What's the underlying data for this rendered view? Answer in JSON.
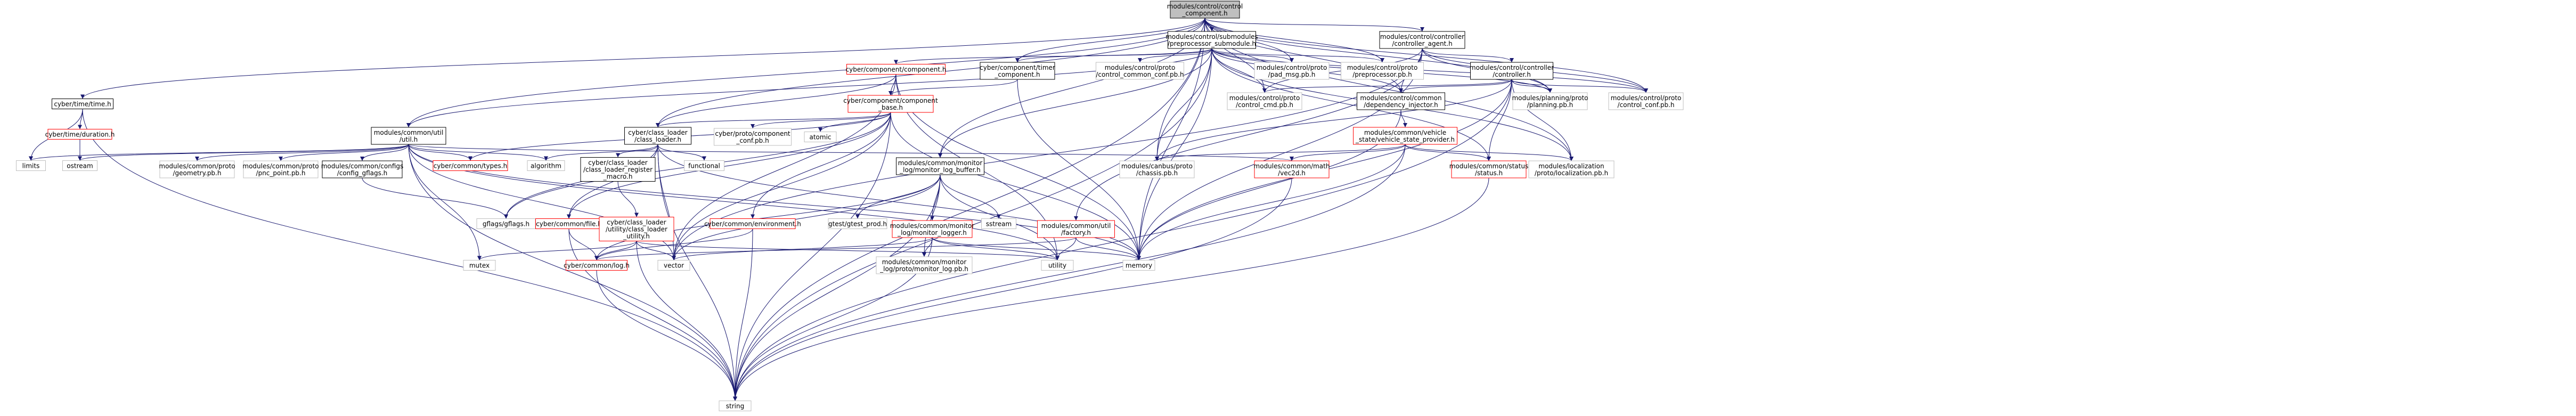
{
  "graph_title": "modules/control/control_component.h",
  "colors": {
    "edge": "#191970",
    "border_default": "#000000",
    "border_red": "#ff0000",
    "border_gray": "#bfbfbf",
    "fill_default": "#ffffff",
    "fill_root": "#bfbfbf"
  },
  "nodes": [
    {
      "id": "root",
      "lines": [
        "modules/control/control",
        "_component.h"
      ],
      "style": "root"
    },
    {
      "id": "submodule",
      "lines": [
        "modules/control/submodules",
        "/preprocessor_submodule.h"
      ],
      "style": "black"
    },
    {
      "id": "ctrl_agent",
      "lines": [
        "modules/control/controller",
        "/controller_agent.h"
      ],
      "style": "black"
    },
    {
      "id": "cyber_time",
      "lines": [
        "cyber/time/time.h"
      ],
      "style": "black"
    },
    {
      "id": "cyber_duration",
      "lines": [
        "cyber/time/duration.h"
      ],
      "style": "red"
    },
    {
      "id": "cyber_component",
      "lines": [
        "cyber/component/component.h"
      ],
      "style": "red"
    },
    {
      "id": "timer_component",
      "lines": [
        "cyber/component/timer",
        "_component.h"
      ],
      "style": "black"
    },
    {
      "id": "control_common_conf",
      "lines": [
        "modules/control/proto",
        "/control_common_conf.pb.h"
      ],
      "style": "gray"
    },
    {
      "id": "pad_msg",
      "lines": [
        "modules/control/proto",
        "/pad_msg.pb.h"
      ],
      "style": "gray"
    },
    {
      "id": "preprocessor_pb",
      "lines": [
        "modules/control/proto",
        "/preprocessor.pb.h"
      ],
      "style": "gray"
    },
    {
      "id": "controller_h",
      "lines": [
        "modules/control/controller",
        "/controller.h"
      ],
      "style": "black"
    },
    {
      "id": "component_base",
      "lines": [
        "cyber/component/component",
        "_base.h"
      ],
      "style": "red"
    },
    {
      "id": "util_h",
      "lines": [
        "modules/common/util",
        "/util.h"
      ],
      "style": "black"
    },
    {
      "id": "control_cmd",
      "lines": [
        "modules/control/proto",
        "/control_cmd.pb.h"
      ],
      "style": "gray"
    },
    {
      "id": "dependency_injector",
      "lines": [
        "modules/control/common",
        "/dependency_injector.h"
      ],
      "style": "black"
    },
    {
      "id": "planning_pb",
      "lines": [
        "modules/planning/proto",
        "/planning.pb.h"
      ],
      "style": "gray"
    },
    {
      "id": "control_conf_pb",
      "lines": [
        "modules/control/proto",
        "/control_conf.pb.h"
      ],
      "style": "gray"
    },
    {
      "id": "class_loader",
      "lines": [
        "cyber/class_loader",
        "/class_loader.h"
      ],
      "style": "black"
    },
    {
      "id": "cyberproto_component_conf",
      "lines": [
        "cyber/proto/component",
        "_conf.pb.h"
      ],
      "style": "gray"
    },
    {
      "id": "atomic",
      "lines": [
        "atomic"
      ],
      "style": "gray"
    },
    {
      "id": "vehicle_state_provider",
      "lines": [
        "modules/common/vehicle",
        "_state/vehicle_state_provider.h"
      ],
      "style": "red"
    },
    {
      "id": "limits",
      "lines": [
        "limits"
      ],
      "style": "gray"
    },
    {
      "id": "ostream",
      "lines": [
        "ostream"
      ],
      "style": "gray"
    },
    {
      "id": "geometry_pb",
      "lines": [
        "modules/common/proto",
        "/geometry.pb.h"
      ],
      "style": "gray"
    },
    {
      "id": "pnc_point_pb",
      "lines": [
        "modules/common/proto",
        "/pnc_point.pb.h"
      ],
      "style": "gray"
    },
    {
      "id": "config_gflags",
      "lines": [
        "modules/common/configs",
        "/config_gflags.h"
      ],
      "style": "black"
    },
    {
      "id": "cyber_types",
      "lines": [
        "cyber/common/types.h"
      ],
      "style": "red"
    },
    {
      "id": "algorithm",
      "lines": [
        "algorithm"
      ],
      "style": "gray"
    },
    {
      "id": "class_loader_register",
      "lines": [
        "cyber/class_loader",
        "/class_loader_register",
        "_macro.h"
      ],
      "style": "black"
    },
    {
      "id": "functional",
      "lines": [
        "functional"
      ],
      "style": "gray"
    },
    {
      "id": "monitor_log_buffer",
      "lines": [
        "modules/common/monitor",
        "_log/monitor_log_buffer.h"
      ],
      "style": "black"
    },
    {
      "id": "chassis_pb",
      "lines": [
        "modules/canbus/proto",
        "/chassis.pb.h"
      ],
      "style": "gray"
    },
    {
      "id": "vec2d",
      "lines": [
        "modules/common/math",
        "/vec2d.h"
      ],
      "style": "red"
    },
    {
      "id": "status_h",
      "lines": [
        "modules/common/status",
        "/status.h"
      ],
      "style": "red"
    },
    {
      "id": "localization_pb",
      "lines": [
        "modules/localization",
        "/proto/localization.pb.h"
      ],
      "style": "gray"
    },
    {
      "id": "gflags",
      "lines": [
        "gflags/gflags.h"
      ],
      "style": "gray"
    },
    {
      "id": "cyber_file",
      "lines": [
        "cyber/common/file.h"
      ],
      "style": "red"
    },
    {
      "id": "class_loader_utility",
      "lines": [
        "cyber/class_loader",
        "/utility/class_loader",
        "_utility.h"
      ],
      "style": "red"
    },
    {
      "id": "cyber_environment",
      "lines": [
        "cyber/common/environment.h"
      ],
      "style": "red"
    },
    {
      "id": "gtest_prod",
      "lines": [
        "gtest/gtest_prod.h"
      ],
      "style": "gray"
    },
    {
      "id": "monitor_logger",
      "lines": [
        "modules/common/monitor",
        "_log/monitor_logger.h"
      ],
      "style": "red"
    },
    {
      "id": "sstream",
      "lines": [
        "sstream"
      ],
      "style": "gray"
    },
    {
      "id": "factory_h",
      "lines": [
        "modules/common/util",
        "/factory.h"
      ],
      "style": "red"
    },
    {
      "id": "mutex",
      "lines": [
        "mutex"
      ],
      "style": "gray"
    },
    {
      "id": "cyber_log",
      "lines": [
        "cyber/common/log.h"
      ],
      "style": "red"
    },
    {
      "id": "vector",
      "lines": [
        "vector"
      ],
      "style": "gray"
    },
    {
      "id": "monitor_log_pb",
      "lines": [
        "modules/common/monitor",
        "_log/proto/monitor_log.pb.h"
      ],
      "style": "gray"
    },
    {
      "id": "utility",
      "lines": [
        "utility"
      ],
      "style": "gray"
    },
    {
      "id": "memory",
      "lines": [
        "memory"
      ],
      "style": "gray"
    },
    {
      "id": "string",
      "lines": [
        "string"
      ],
      "style": "gray"
    }
  ],
  "edges": [
    [
      "root",
      "submodule"
    ],
    [
      "root",
      "ctrl_agent"
    ],
    [
      "root",
      "cyber_time"
    ],
    [
      "root",
      "timer_component"
    ],
    [
      "root",
      "pad_msg"
    ],
    [
      "root",
      "preprocessor_pb"
    ],
    [
      "root",
      "control_cmd"
    ],
    [
      "root",
      "dependency_injector"
    ],
    [
      "root",
      "planning_pb"
    ],
    [
      "root",
      "control_conf_pb"
    ],
    [
      "root",
      "util_h"
    ],
    [
      "root",
      "class_loader"
    ],
    [
      "root",
      "monitor_log_buffer"
    ],
    [
      "root",
      "chassis_pb"
    ],
    [
      "root",
      "localization_pb"
    ],
    [
      "root",
      "memory"
    ],
    [
      "root",
      "string"
    ],
    [
      "submodule",
      "cyber_component"
    ],
    [
      "submodule",
      "timer_component"
    ],
    [
      "submodule",
      "control_common_conf"
    ],
    [
      "submodule",
      "pad_msg"
    ],
    [
      "submodule",
      "preprocessor_pb"
    ],
    [
      "submodule",
      "control_cmd"
    ],
    [
      "submodule",
      "dependency_injector"
    ],
    [
      "submodule",
      "planning_pb"
    ],
    [
      "submodule",
      "control_conf_pb"
    ],
    [
      "submodule",
      "util_h"
    ],
    [
      "submodule",
      "monitor_log_buffer"
    ],
    [
      "submodule",
      "chassis_pb"
    ],
    [
      "submodule",
      "localization_pb"
    ],
    [
      "submodule",
      "status_h"
    ],
    [
      "submodule",
      "memory"
    ],
    [
      "submodule",
      "string"
    ],
    [
      "ctrl_agent",
      "controller_h"
    ],
    [
      "ctrl_agent",
      "control_cmd"
    ],
    [
      "ctrl_agent",
      "dependency_injector"
    ],
    [
      "ctrl_agent",
      "planning_pb"
    ],
    [
      "ctrl_agent",
      "control_conf_pb"
    ],
    [
      "ctrl_agent",
      "factory_h"
    ],
    [
      "ctrl_agent",
      "vector"
    ],
    [
      "ctrl_agent",
      "memory"
    ],
    [
      "controller_h",
      "control_cmd"
    ],
    [
      "controller_h",
      "dependency_injector"
    ],
    [
      "controller_h",
      "planning_pb"
    ],
    [
      "controller_h",
      "control_conf_pb"
    ],
    [
      "controller_h",
      "chassis_pb"
    ],
    [
      "controller_h",
      "localization_pb"
    ],
    [
      "controller_h",
      "status_h"
    ],
    [
      "controller_h",
      "memory"
    ],
    [
      "controller_h",
      "string"
    ],
    [
      "cyber_time",
      "cyber_duration"
    ],
    [
      "cyber_time",
      "limits"
    ],
    [
      "cyber_time",
      "string"
    ],
    [
      "cyber_duration",
      "ostream"
    ],
    [
      "cyber_component",
      "component_base"
    ],
    [
      "cyber_component",
      "class_loader"
    ],
    [
      "cyber_component",
      "vector"
    ],
    [
      "cyber_component",
      "utility"
    ],
    [
      "cyber_component",
      "memory"
    ],
    [
      "timer_component",
      "component_base"
    ],
    [
      "timer_component",
      "memory"
    ],
    [
      "component_base",
      "class_loader"
    ],
    [
      "component_base",
      "cyberproto_component_conf"
    ],
    [
      "component_base",
      "atomic"
    ],
    [
      "component_base",
      "gflags"
    ],
    [
      "component_base",
      "cyber_file"
    ],
    [
      "component_base",
      "cyber_environment"
    ],
    [
      "component_base",
      "cyber_types"
    ],
    [
      "component_base",
      "vector"
    ],
    [
      "component_base",
      "memory"
    ],
    [
      "component_base",
      "string"
    ],
    [
      "dependency_injector",
      "vehicle_state_provider"
    ],
    [
      "dependency_injector",
      "memory"
    ],
    [
      "vehicle_state_provider",
      "chassis_pb"
    ],
    [
      "vehicle_state_provider",
      "vec2d"
    ],
    [
      "vehicle_state_provider",
      "status_h"
    ],
    [
      "vehicle_state_provider",
      "localization_pb"
    ],
    [
      "vehicle_state_provider",
      "memory"
    ],
    [
      "vehicle_state_provider",
      "string"
    ],
    [
      "util_h",
      "limits"
    ],
    [
      "util_h",
      "ostream"
    ],
    [
      "util_h",
      "geometry_pb"
    ],
    [
      "util_h",
      "pnc_point_pb"
    ],
    [
      "util_h",
      "config_gflags"
    ],
    [
      "util_h",
      "cyber_types"
    ],
    [
      "util_h",
      "algorithm"
    ],
    [
      "util_h",
      "vec2d"
    ],
    [
      "util_h",
      "mutex"
    ],
    [
      "util_h",
      "vector"
    ],
    [
      "util_h",
      "utility"
    ],
    [
      "util_h",
      "memory"
    ],
    [
      "util_h",
      "string"
    ],
    [
      "config_gflags",
      "gflags"
    ],
    [
      "class_loader",
      "class_loader_register"
    ],
    [
      "class_loader",
      "functional"
    ],
    [
      "class_loader",
      "algorithm"
    ],
    [
      "class_loader",
      "gflags"
    ],
    [
      "class_loader",
      "cyber_file"
    ],
    [
      "class_loader",
      "vector"
    ],
    [
      "class_loader",
      "memory"
    ],
    [
      "class_loader",
      "string"
    ],
    [
      "class_loader_register",
      "class_loader_utility"
    ],
    [
      "class_loader_utility",
      "mutex"
    ],
    [
      "class_loader_utility",
      "cyber_log"
    ],
    [
      "class_loader_utility",
      "vector"
    ],
    [
      "class_loader_utility",
      "utility"
    ],
    [
      "class_loader_utility",
      "string"
    ],
    [
      "cyber_file",
      "cyber_log"
    ],
    [
      "cyber_file",
      "string"
    ],
    [
      "cyber_environment",
      "cyber_log"
    ],
    [
      "cyber_environment",
      "string"
    ],
    [
      "cyber_log",
      "string"
    ],
    [
      "monitor_log_buffer",
      "gtest_prod"
    ],
    [
      "monitor_log_buffer",
      "monitor_logger"
    ],
    [
      "monitor_log_buffer",
      "sstream"
    ],
    [
      "monitor_log_buffer",
      "monitor_log_pb"
    ],
    [
      "monitor_log_buffer",
      "cyber_log"
    ],
    [
      "monitor_log_buffer",
      "vector"
    ],
    [
      "monitor_log_buffer",
      "utility"
    ],
    [
      "monitor_log_buffer",
      "string"
    ],
    [
      "monitor_logger",
      "monitor_log_pb"
    ],
    [
      "monitor_logger",
      "memory"
    ],
    [
      "monitor_logger",
      "utility"
    ],
    [
      "monitor_logger",
      "string"
    ],
    [
      "monitor_logger",
      "vector"
    ],
    [
      "factory_h",
      "cyber_log"
    ],
    [
      "factory_h",
      "memory"
    ],
    [
      "factory_h",
      "utility"
    ],
    [
      "status_h",
      "string"
    ],
    [
      "vec2d",
      "string"
    ]
  ]
}
